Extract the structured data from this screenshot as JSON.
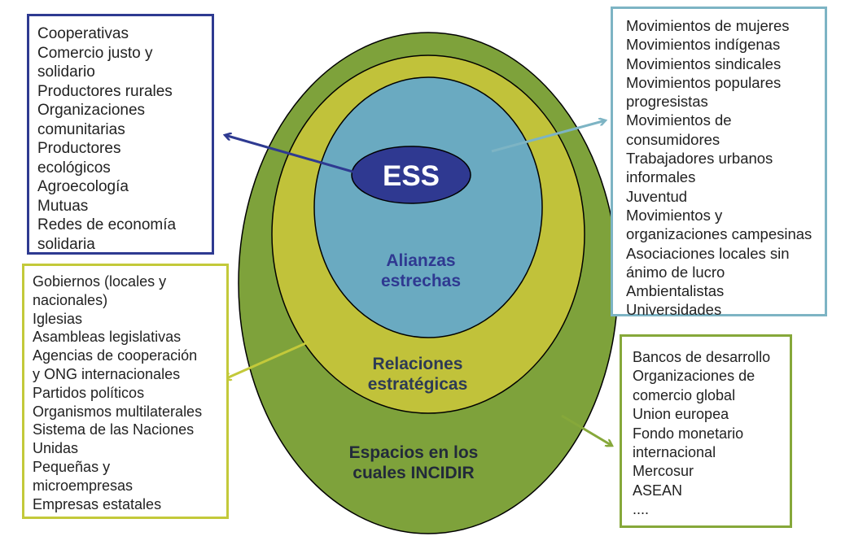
{
  "center": {
    "label": "ESS",
    "ring_inner_label": "Alianzas\nestrechas",
    "ring_middle_label": "Relaciones\nestratégicas",
    "ring_outer_label": "Espacios en los\ncuales INCIDIR"
  },
  "boxes": {
    "top_left": [
      "Cooperativas",
      "Comercio justo y\nsolidario",
      "Productores rurales",
      "Organizaciones\ncomunitarias",
      "Productores\necológicos",
      "Agroecología",
      "Mutuas",
      "Redes de economía\nsolidaria"
    ],
    "top_right": [
      "Movimientos de mujeres",
      "Movimientos indígenas",
      "Movimientos sindicales",
      "Movimientos populares\nprogresistas",
      "Movimientos de\nconsumidores",
      "Trabajadores urbanos\ninformales",
      "Juventud",
      "Movimientos y\norganizaciones campesinas",
      "Asociaciones locales sin\nánimo de lucro",
      "Ambientalistas",
      "Universidades"
    ],
    "middle_left": [
      "Gobiernos (locales y\nnacionales)",
      "Iglesias",
      "Asambleas legislativas",
      "Agencias de cooperación\ny ONG internacionales",
      "Partidos políticos",
      "Organismos multilaterales",
      "Sistema de las Naciones\nUnidas",
      "Pequeñas y\nmicroempresas",
      "Empresas estatales"
    ],
    "bottom_right": [
      "Bancos de desarrollo",
      "Organizaciones de\ncomercio global",
      "Union europea",
      "Fondo monetario\ninternacional",
      "Mercosur",
      "ASEAN",
      "...."
    ]
  },
  "colors": {
    "outer": "#7ea23b",
    "middle": "#c1c23a",
    "inner": "#6aaac1",
    "core": "#2f3991",
    "arrow_tl": "#2e3a91",
    "arrow_tr": "#7db4c4",
    "arrow_ml": "#c3c93a",
    "arrow_br": "#86a83a"
  }
}
